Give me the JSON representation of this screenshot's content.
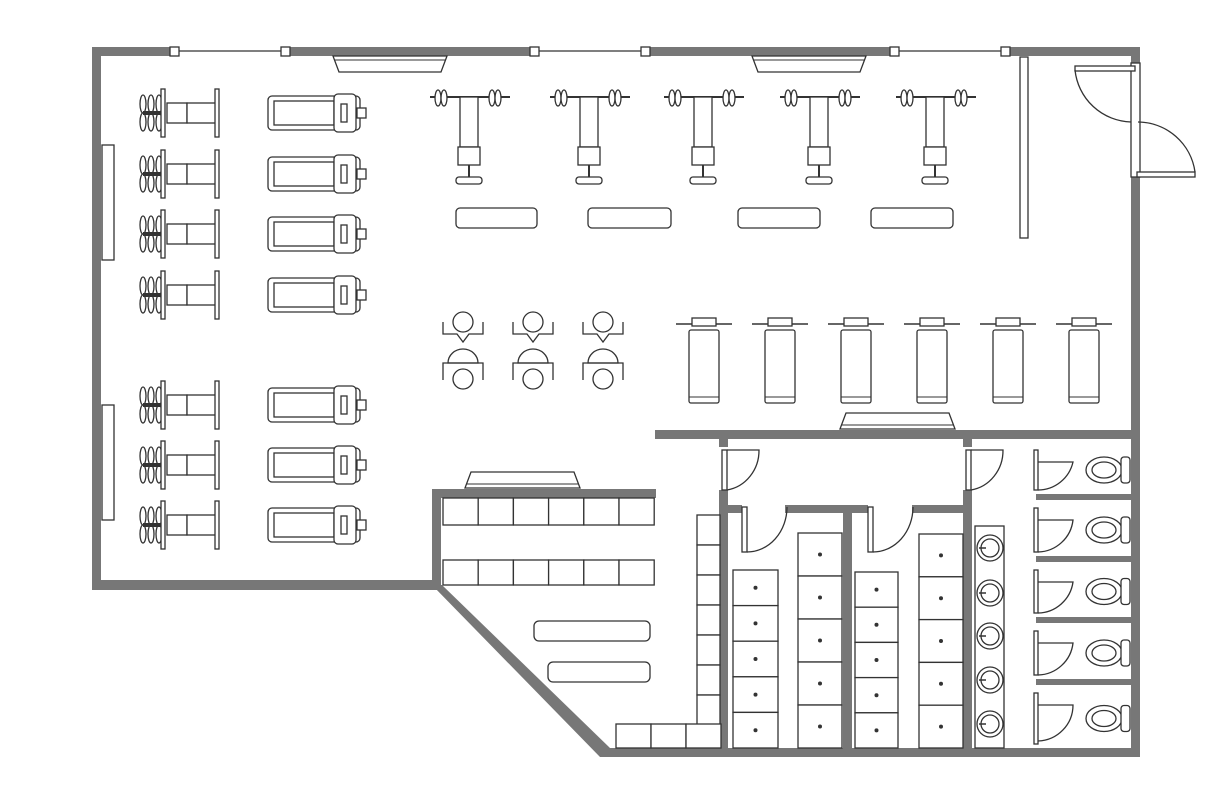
{
  "plan": {
    "wall_color": "#777777",
    "line_color": "#333333",
    "background_color": "#ffffff"
  },
  "fixtures": {
    "exercise_bikes": 7,
    "treadmills": 7,
    "weight_benches": 5,
    "seated_machines": 3,
    "flat_benches": 6,
    "toilets": 5,
    "sinks": 5
  }
}
